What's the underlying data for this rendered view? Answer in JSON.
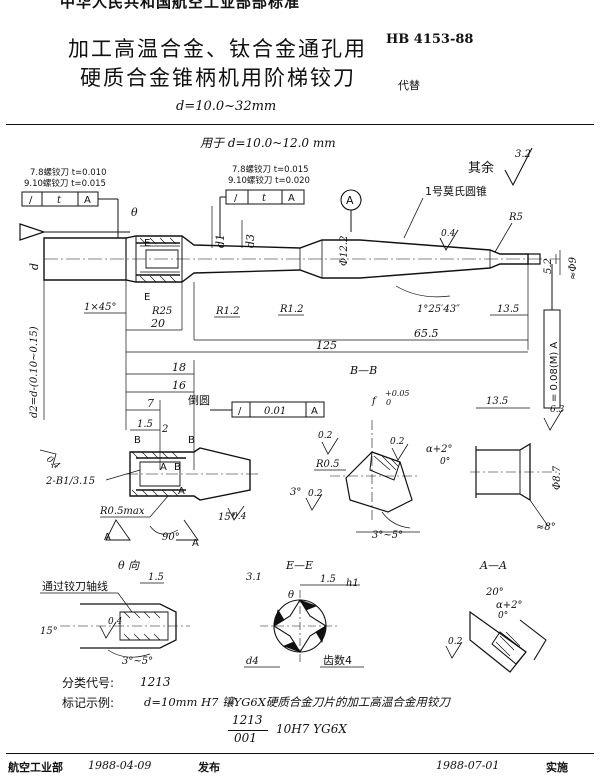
{
  "header": {
    "org_line": "中华人民共和国航空工业部部标准",
    "title_line1": "加工高温合金、钛合金通孔用",
    "title_line2": "硬质合金锥柄机用阶梯铰刀",
    "standard_code": "HB 4153-88",
    "replace_label": "代替",
    "size_range": "d=10.0~32mm"
  },
  "drawing": {
    "main": {
      "caption": "用于 d=10.0~12.0 mm",
      "qiyu": "其余",
      "qiyu_roughness": "3.2",
      "note1_a": "7.8螺铰刀 t=0.010",
      "note1_b": "9.10螺铰刀 t=0.015",
      "note2_a": "7.8螺铰刀 t=0.015",
      "note2_b": "9.10螺铰刀 t=0.020",
      "frame_sym": "/",
      "frame_t": "t",
      "frame_a": "A",
      "datum_a": "A",
      "taper_label": "1号莫氏圆锥",
      "r5": "R5",
      "roughness_04": "0.4",
      "dim_phi12_2": "Φ12.2",
      "dim_5_2": "5.2",
      "dim_phi9": "≈Φ9",
      "dim_d": "d",
      "dim_d1": "d1",
      "dim_d3": "d3",
      "dim_theta": "θ",
      "e_mark": "E",
      "chamfer": "1×45°",
      "r25": "R25",
      "r12a": "R1.2",
      "r12b": "R1.2",
      "angle": "1°25′43″",
      "dim_13_5": "13.5",
      "dim_20": "20",
      "dim_65_5": "65.5",
      "dim_125": "125",
      "d2_label": "d2=d-(0.10~0.15)",
      "runout_frame": "= 0.08(M) A"
    },
    "detail": {
      "dim_18": "18",
      "dim_16": "16",
      "dim_7": "7",
      "chamfer_label": "倒圆",
      "frame_sym": "/",
      "frame_val": "0.01",
      "frame_a": "A",
      "dim_1_5": "1.5",
      "dim_2": "2",
      "b_mark": "B",
      "a_mark": "A",
      "flute_label": "2-B1/3.15",
      "r05max": "R0.5max",
      "angle_15": "15°",
      "angle_90": "90°",
      "angle_3": "3°",
      "roughness_04a": "0.4",
      "roughness_04b": "0.4",
      "roughness_02": "0.2"
    },
    "bb_section": {
      "title": "B—B",
      "dim_plus": "+0.05",
      "dim_f": "f",
      "dim_zero": "0",
      "r05": "R0.5",
      "rough_02a": "0.2",
      "rough_02b": "0.2",
      "alpha": "α+2°",
      "alpha_sub": "0°",
      "angle_3_5": "3°~5°"
    },
    "shank_end": {
      "dim_13_5": "13.5",
      "rough_63": "6.3",
      "dim_phi87": "Φ8.7",
      "angle_8": "≈8°"
    },
    "view_q": {
      "title": "θ 向",
      "through_label": "通过铰刀轴线",
      "dim_1_5": "1.5",
      "angle_15": "15°",
      "rough_04": "0.4",
      "angle_3_5": "3°~5°"
    },
    "ee_section": {
      "title": "E—E",
      "dim_3_1": "3.1",
      "dim_theta": "θ",
      "dim_1_5": "1.5",
      "dim_h1": "h1",
      "dim_d4": "d4",
      "teeth": "齿数4"
    },
    "aa_section": {
      "title": "A—A",
      "angle_20": "20°",
      "alpha": "α+2°",
      "alpha_sub": "0°",
      "rough_02": "0.2"
    }
  },
  "notes": {
    "class_label": "分类代号:",
    "class_value": "1213",
    "example_label": "标记示例:",
    "example_value": "d=10mm H7  镶YG6X硬质合金刀片的加工高温合金用铰刀",
    "fraction_top": "1213",
    "fraction_bottom": "001",
    "fraction_suffix": "10H7 YG6X"
  },
  "footer": {
    "issuer": "航空工业部",
    "issue_date": "1988-04-09",
    "issue_label": "发布",
    "impl_date": "1988-07-01",
    "impl_label": "实施"
  }
}
